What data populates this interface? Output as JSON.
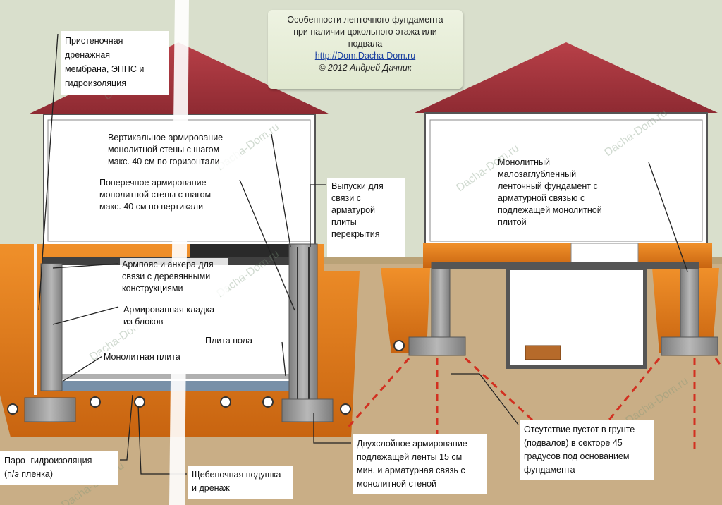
{
  "title_scroll": {
    "line1": "Особенности ленточного фундамента",
    "line2": "при наличии  цокольного этажа или",
    "line3": "подвала",
    "url": "http://Dom.Dacha-Dom.ru",
    "copyright": "© 2012 Андрей Дачник"
  },
  "watermark": "Dacha-Dom.ru",
  "labels": {
    "membrane": [
      "Пристеночная",
      "дренажная",
      "мембрана, ЭППС и",
      "гидроизоляция"
    ],
    "vertical_rebar": [
      "Вертикальное армирование",
      "монолитной стены  с шагом",
      "макс. 40 см по горизонтали"
    ],
    "cross_rebar": [
      "Поперечное армирование",
      "монолитной стены  с шагом",
      "макс. 40 см по вертикали"
    ],
    "outlets": [
      "Выпуски для",
      "связи с",
      "арматурой",
      "плиты",
      "перекрытия"
    ],
    "anchor_belt": [
      "Армпояс и анкера для",
      "связи с деревянными",
      "конструкциями"
    ],
    "reinforced_masonry": [
      "Армированная кладка",
      "из блоков"
    ],
    "floor_slab": [
      "Плита пола"
    ],
    "monolithic_slab": [
      "Монолитная плита"
    ],
    "monolithic_shallow": [
      "Монолитный",
      "малозаглубленный",
      "ленточный фундамент с",
      "арматурной связью с",
      "подлежащей монолитной",
      "плитой"
    ],
    "vapor_barrier": [
      "Паро- гидроизоляция",
      "(п/э пленка)"
    ],
    "gravel": [
      "Щебеночная подушка",
      "и дренаж"
    ],
    "double_rebar": [
      "Двухслойное армирование",
      "подлежащей ленты 15  см",
      "мин. и арматурная связь  с",
      "монолитной стеной"
    ],
    "no_voids": [
      "Отсутствие пустот в грунте",
      "(подвалов) в секторе 45",
      "градусов под основанием",
      "фундамента"
    ]
  },
  "colors": {
    "background": "#d9dfcc",
    "roof": "#a8343c",
    "soil": "#c8ad84",
    "foundation_orange": "#e07a16",
    "concrete_gray": "#9a9a9a",
    "dashed_red": "#d23020"
  }
}
